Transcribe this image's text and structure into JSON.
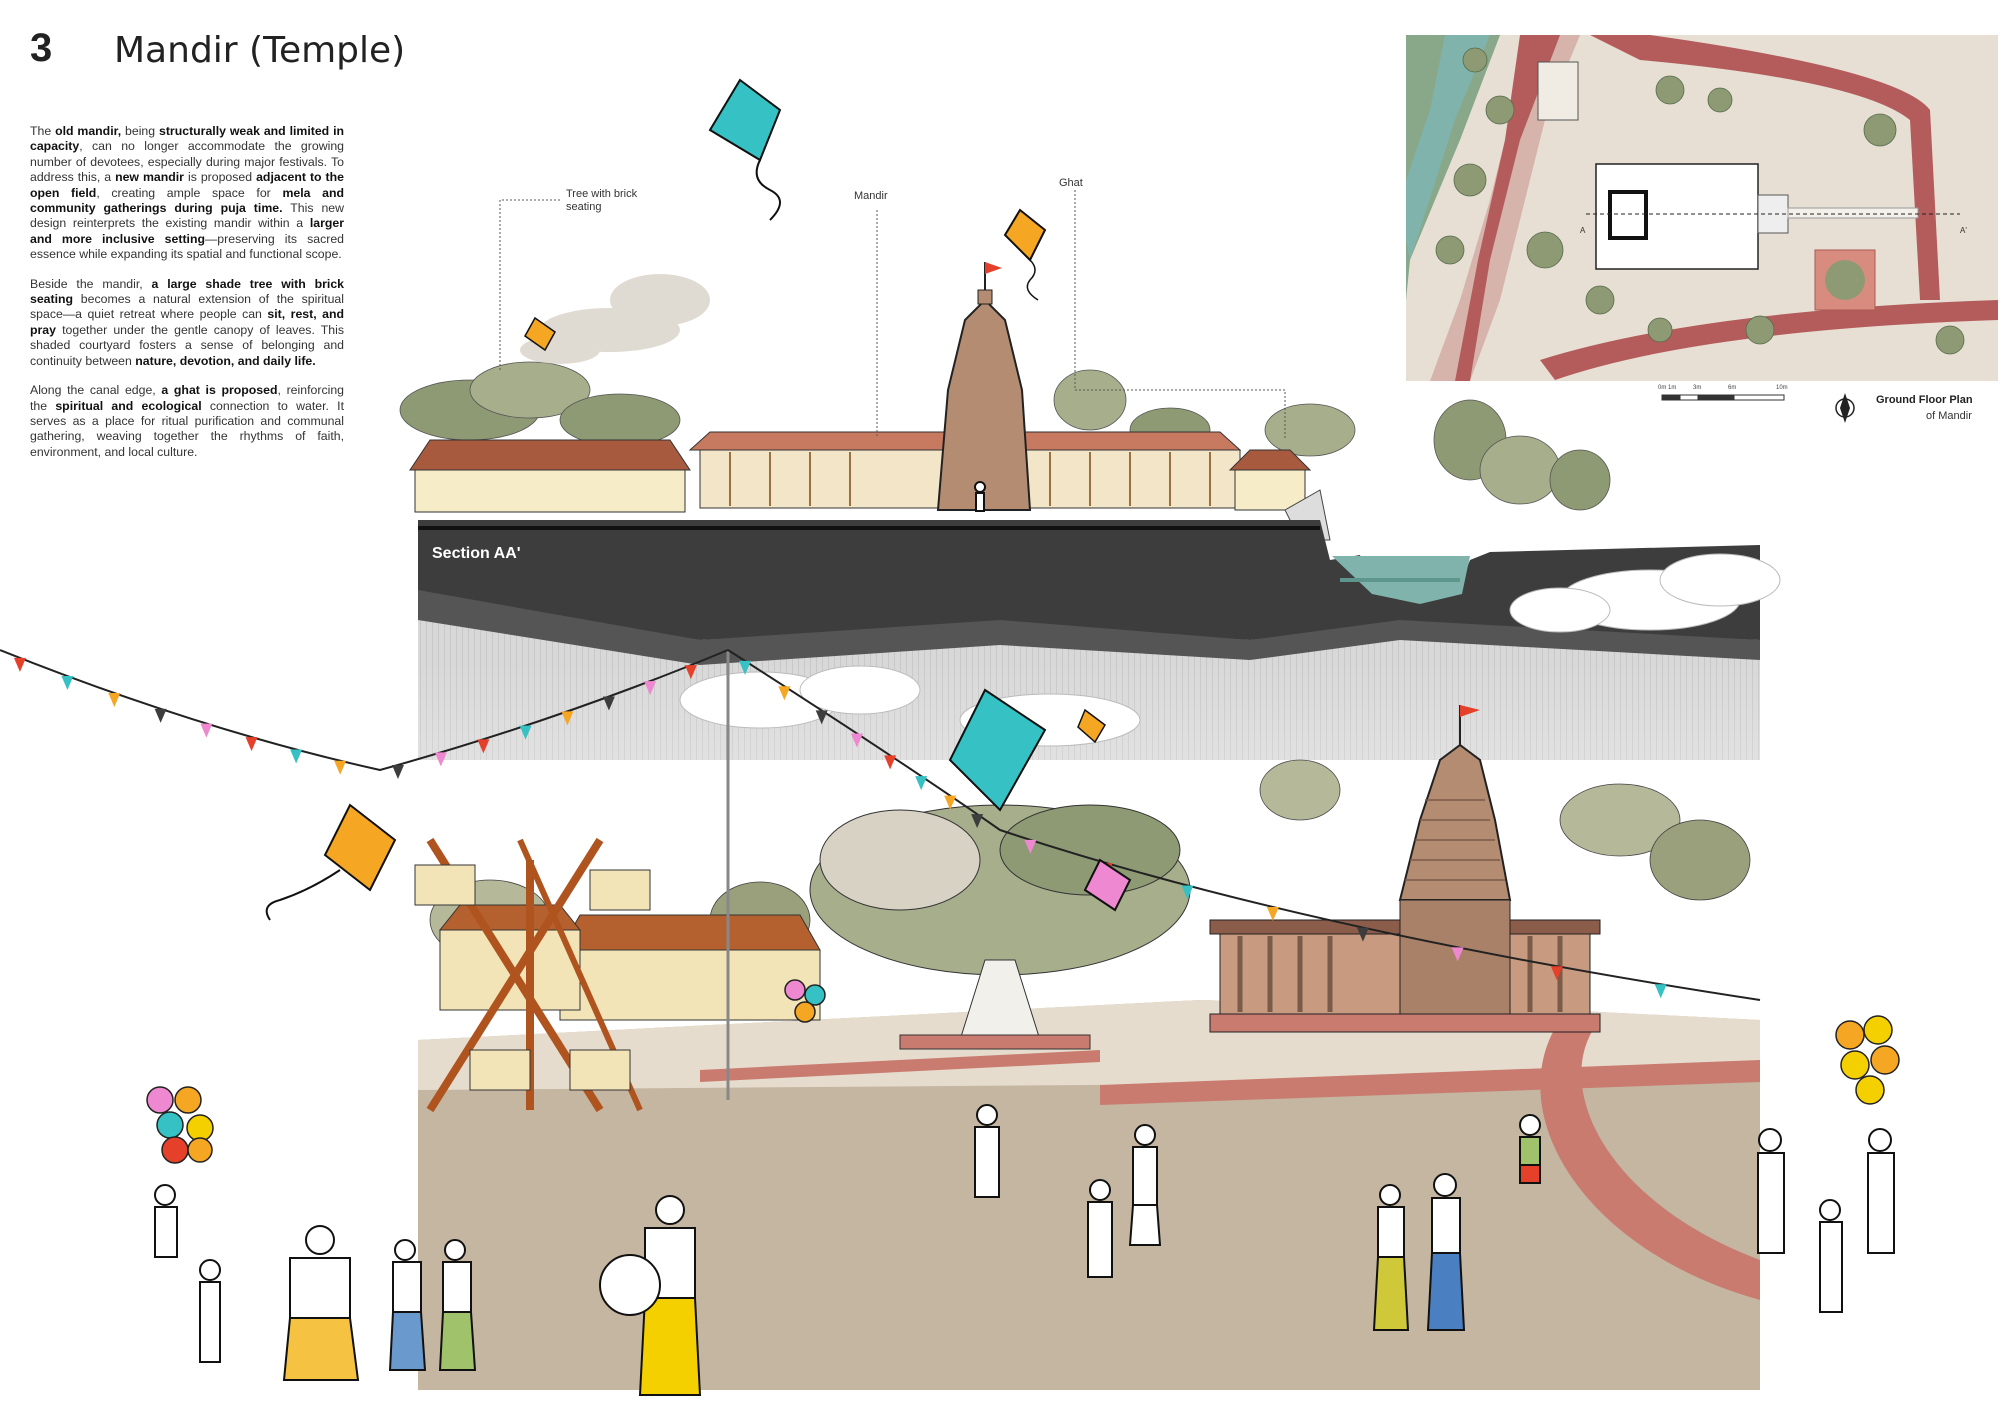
{
  "header": {
    "number": "3",
    "title": "Mandir (Temple)"
  },
  "description": {
    "p1": [
      {
        "t": "The ",
        "b": false
      },
      {
        "t": "old mandir,",
        "b": true
      },
      {
        "t": " being ",
        "b": false
      },
      {
        "t": "structurally weak and limited in capacity",
        "b": true
      },
      {
        "t": ", can no longer accommodate the growing number of devotees, especially during major festivals. To address this, a ",
        "b": false
      },
      {
        "t": "new mandir",
        "b": true
      },
      {
        "t": " is proposed ",
        "b": false
      },
      {
        "t": "adjacent to the open field",
        "b": true
      },
      {
        "t": ", creating ample space for ",
        "b": false
      },
      {
        "t": "mela and community gatherings during puja time.",
        "b": true
      },
      {
        "t": " This new design reinterprets the existing mandir within a ",
        "b": false
      },
      {
        "t": "larger and more inclusive setting",
        "b": true
      },
      {
        "t": "—preserving its sacred essence while expanding its spatial and functional scope.",
        "b": false
      }
    ],
    "p2": [
      {
        "t": "Beside the mandir, ",
        "b": false
      },
      {
        "t": "a large shade tree with brick seating",
        "b": true
      },
      {
        "t": " becomes a natural extension of the spiritual space—a quiet retreat where people can ",
        "b": false
      },
      {
        "t": "sit, rest, and pray",
        "b": true
      },
      {
        "t": " together under the gentle canopy of leaves. This shaded courtyard fosters a sense of belonging and continuity between ",
        "b": false
      },
      {
        "t": "nature, devotion, and daily life.",
        "b": true
      }
    ],
    "p3": [
      {
        "t": "Along the canal edge, ",
        "b": false
      },
      {
        "t": "a ghat is proposed",
        "b": true
      },
      {
        "t": ", reinforcing the ",
        "b": false
      },
      {
        "t": "spiritual and ecological",
        "b": true
      },
      {
        "t": " connection to water. It serves as a place for ritual purification and communal gathering, weaving together the rhythms of faith, environment, and local culture.",
        "b": false
      }
    ]
  },
  "section": {
    "label": "Section AA'",
    "annotations": {
      "tree": "Tree with brick seating",
      "mandir": "Mandir",
      "ghat": "Ghat"
    }
  },
  "plan": {
    "title": "Ground Floor Plan",
    "subtitle": "of Mandir",
    "scale_labels": [
      "0m 1m",
      "3m",
      "6m",
      "10m"
    ],
    "marker_a": "A",
    "marker_a_prime": "A'"
  },
  "colors": {
    "ground": "#c4b6a1",
    "path": "#c97b70",
    "section_dark": "#3d3d3d",
    "water": "#7fb3ab",
    "temple": "#b48c72",
    "roof": "#a85a3e",
    "kite_cyan": "#36c2c4",
    "kite_orange": "#f5a623",
    "kite_pink": "#ee88d0"
  },
  "icons": [
    "north-compass-icon",
    "kite-icon",
    "balloon-icon",
    "flag-icon"
  ]
}
